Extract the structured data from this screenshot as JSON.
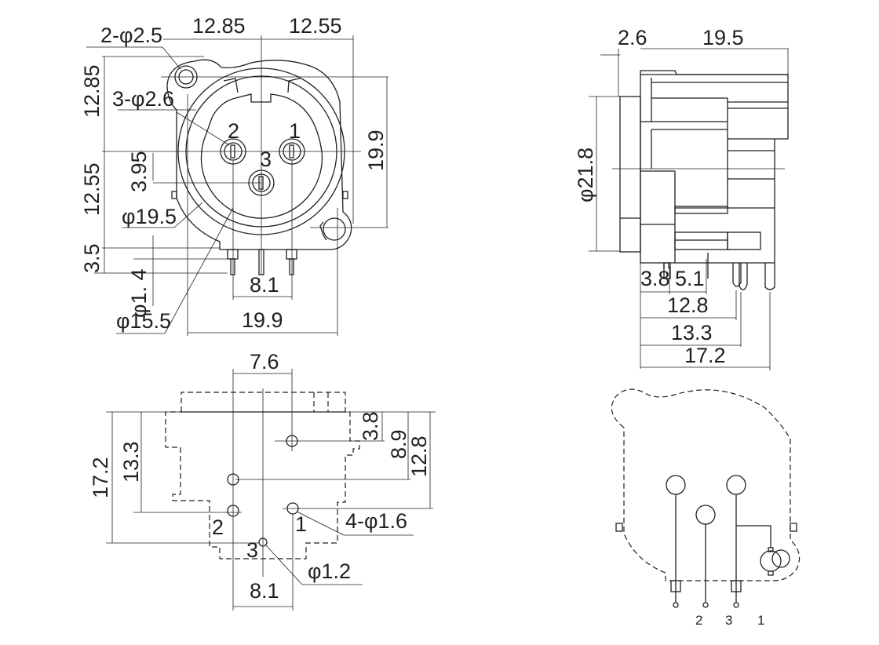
{
  "front_view": {
    "mount_holes": "2-φ2.5",
    "top_left_dim": "12.85",
    "top_right_dim": "12.55",
    "left_upper_dim": "12.85",
    "left_lower_dim": "12.55",
    "left_bottom_dim": "3.5",
    "contact_holes": "3-φ2.6",
    "pin3_offset": "3.95",
    "ring_diameter": "φ19.5",
    "pin_diameter": "φ1. 4",
    "inner_diameter": "φ15.5",
    "pin_spacing": "8.1",
    "width": "19.9",
    "height": "19.9",
    "pin_labels": [
      "1",
      "2",
      "3"
    ]
  },
  "side_view": {
    "flange": "2.6",
    "depth": "19.5",
    "diameter": "φ21.8",
    "dim_a": "3.8",
    "dim_b": "5.1",
    "dim_c": "12.8",
    "dim_d": "13.3",
    "dim_e": "17.2"
  },
  "pcb_layout": {
    "top_spacing": "7.6",
    "height_total": "17.2",
    "height_mid": "13.3",
    "right_a": "3.8",
    "right_b": "8.9",
    "right_c": "12.8",
    "large_holes": "4-φ1.6",
    "small_hole": "φ1.2",
    "bottom_spacing": "8.1",
    "pin_labels": [
      "1",
      "2",
      "3"
    ]
  },
  "schematic": {
    "pin_labels": [
      "2",
      "3",
      "1"
    ]
  }
}
